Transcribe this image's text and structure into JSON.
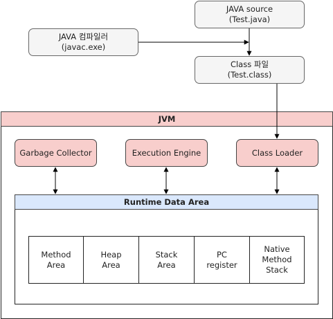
{
  "source": {
    "line1": "JAVA source",
    "line2": "(Test.java)"
  },
  "compiler": {
    "line1": "JAVA 컴파일러",
    "line2": "(javac.exe)"
  },
  "classfile": {
    "line1": "Class 파일",
    "line2": "(Test.class)"
  },
  "jvm": {
    "title": "JVM",
    "components": {
      "gc": "Garbage Collector",
      "engine": "Execution Engine",
      "loader": "Class Loader"
    },
    "runtime": {
      "title": "Runtime Data Area",
      "areas": [
        [
          "Method",
          "Area"
        ],
        [
          "Heap",
          "Area"
        ],
        [
          "Stack",
          "Area"
        ],
        [
          "PC",
          "register"
        ],
        [
          "Native",
          "Method",
          "Stack"
        ]
      ]
    }
  }
}
